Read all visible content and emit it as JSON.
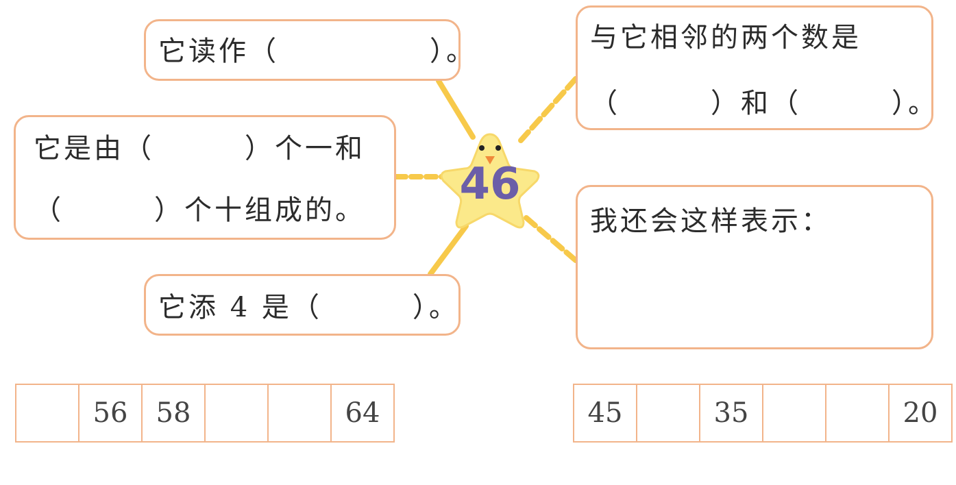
{
  "center_number": "46",
  "boxes": {
    "read_as": "它读作（　　　　　）。",
    "composed_line1": "它是由（　　　）个一和",
    "composed_line2": "（　　　）个十组成的。",
    "add_four": "它添 4 是（　　　）。",
    "neighbors_line1": "与它相邻的两个数是",
    "neighbors_line2": "（　　　）和（　　　）。",
    "represent": "我还会这样表示："
  },
  "table_left": [
    "",
    "56",
    "58",
    "",
    "",
    "64"
  ],
  "table_right": [
    "45",
    "",
    "35",
    "",
    "",
    "20"
  ],
  "colors": {
    "box_border": "#f2b48a",
    "connector": "#f7c94a",
    "star_fill": "#fbe98a",
    "number": "#6b5ea8"
  }
}
